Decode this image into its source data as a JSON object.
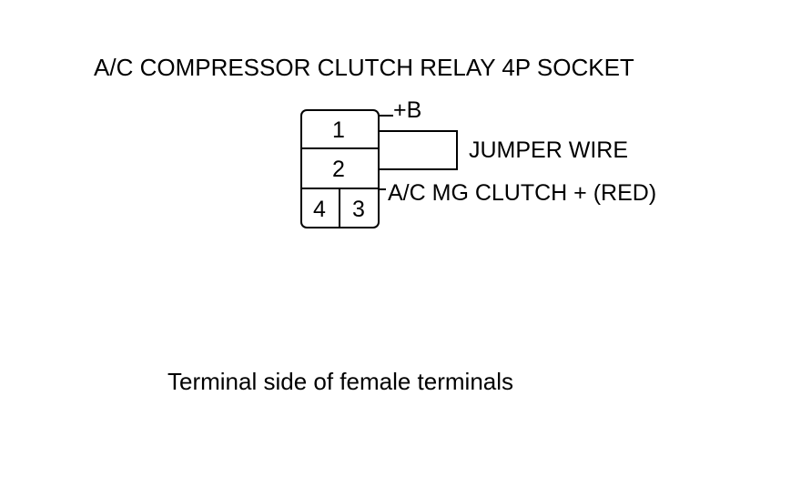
{
  "title": "A/C COMPRESSOR CLUTCH RELAY 4P SOCKET",
  "socket": {
    "pins": {
      "pin1": "1",
      "pin2": "2",
      "pin4": "4",
      "pin3": "3"
    }
  },
  "labels": {
    "plus_b": "+B",
    "jumper_wire": "JUMPER WIRE",
    "clutch_terminal": "A/C MG CLUTCH +  (RED)"
  },
  "footer_note": "Terminal side of female terminals",
  "colors": {
    "line": "#000000",
    "background": "#ffffff"
  }
}
